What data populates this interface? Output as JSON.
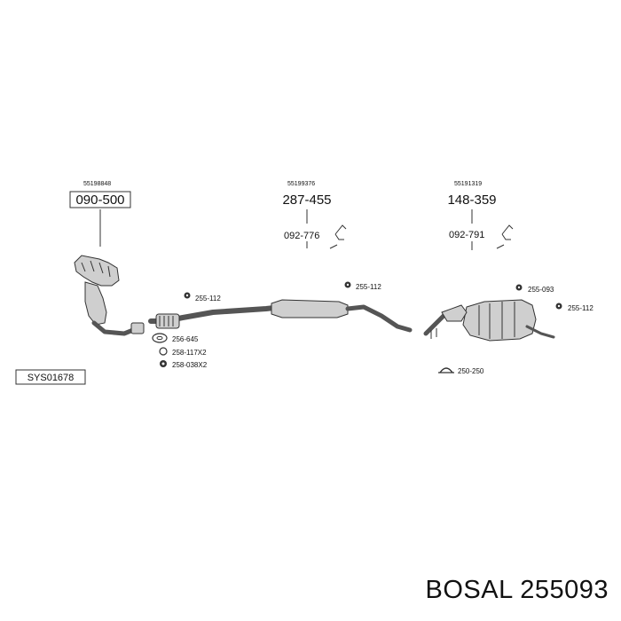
{
  "groups": [
    {
      "oe": "55198848",
      "main": "090-500"
    },
    {
      "oe": "55199376",
      "main": "287-455",
      "mount": "092-776"
    },
    {
      "oe": "55191319",
      "main": "148-359",
      "mount": "092-791"
    }
  ],
  "callouts": {
    "front_hanger": "255-112",
    "mid_hanger": "255-112",
    "rear_hanger_a": "255-093",
    "rear_hanger_b": "255-112",
    "gasket": "256-645",
    "ring": "258-117X2",
    "clamp": "258-038X2",
    "rear_clamp": "250-250"
  },
  "system_code": "SYS01678",
  "footer": {
    "brand": "BOSAL",
    "part_number": "255093"
  }
}
